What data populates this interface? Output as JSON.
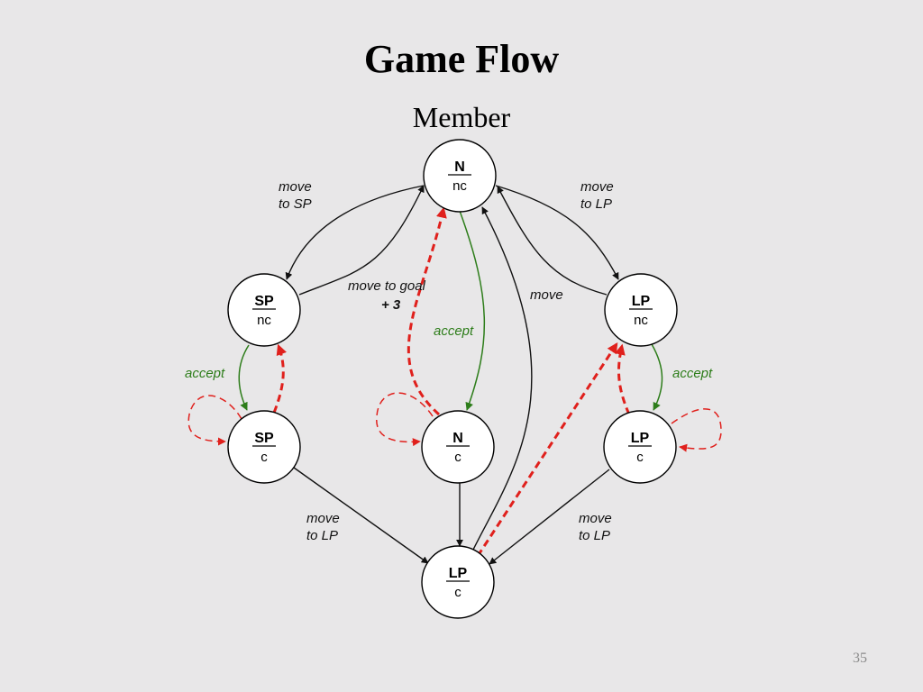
{
  "slide": {
    "title": "Game Flow",
    "subtitle": "Member",
    "page_number": "35"
  },
  "colors": {
    "background": "#e8e7e8",
    "edge_default": "#111111",
    "edge_accept": "#2d7d1a",
    "edge_goal": "#e0201c"
  },
  "nodes": {
    "n_nc": {
      "top": "N",
      "bottom": "nc"
    },
    "sp_nc": {
      "top": "SP",
      "bottom": "nc"
    },
    "lp_nc": {
      "top": "LP",
      "bottom": "nc"
    },
    "sp_c": {
      "top": "SP",
      "bottom": "c"
    },
    "n_c": {
      "top": "N",
      "bottom": "c"
    },
    "lp_c_right": {
      "top": "LP",
      "bottom": "c"
    },
    "lp_c_bottom": {
      "top": "LP",
      "bottom": "c"
    }
  },
  "labels": {
    "move_to_sp_1": "move",
    "move_to_sp_2": "to SP",
    "move_to_lp_top_1": "move",
    "move_to_lp_top_2": "to LP",
    "move_to_goal": "move to goal",
    "plus_three": "+ 3",
    "accept_center": "accept",
    "move_center": "move",
    "accept_left": "accept",
    "accept_right": "accept",
    "move_to_lp_left_1": "move",
    "move_to_lp_left_2": "to LP",
    "move_to_lp_right_1": "move",
    "move_to_lp_right_2": "to LP"
  }
}
